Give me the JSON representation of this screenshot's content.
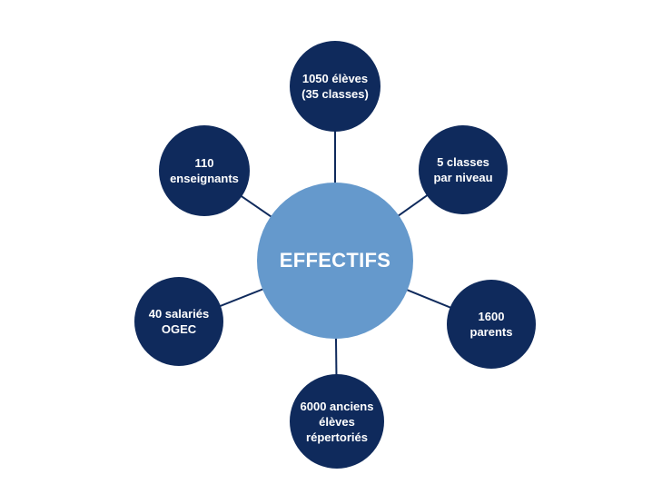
{
  "diagram": {
    "center": {
      "label": "EFFECTIFS"
    },
    "nodes": [
      {
        "id": "eleves",
        "lines": [
          "1050 élèves",
          "(35 classes)"
        ]
      },
      {
        "id": "classes-niveau",
        "lines": [
          "5 classes",
          "par niveau"
        ]
      },
      {
        "id": "parents",
        "lines": [
          "1600",
          "parents"
        ]
      },
      {
        "id": "anciens-eleves",
        "lines": [
          "6000 anciens",
          "élèves",
          "répertoriés"
        ]
      },
      {
        "id": "salaries-ogec",
        "lines": [
          "40 salariés",
          "OGEC"
        ]
      },
      {
        "id": "enseignants",
        "lines": [
          "110",
          "enseignants"
        ]
      }
    ]
  },
  "colors": {
    "outer": "#0f2a5c",
    "center": "#6599cc",
    "connector": "#0f2a5c",
    "background": "#ffffff"
  }
}
